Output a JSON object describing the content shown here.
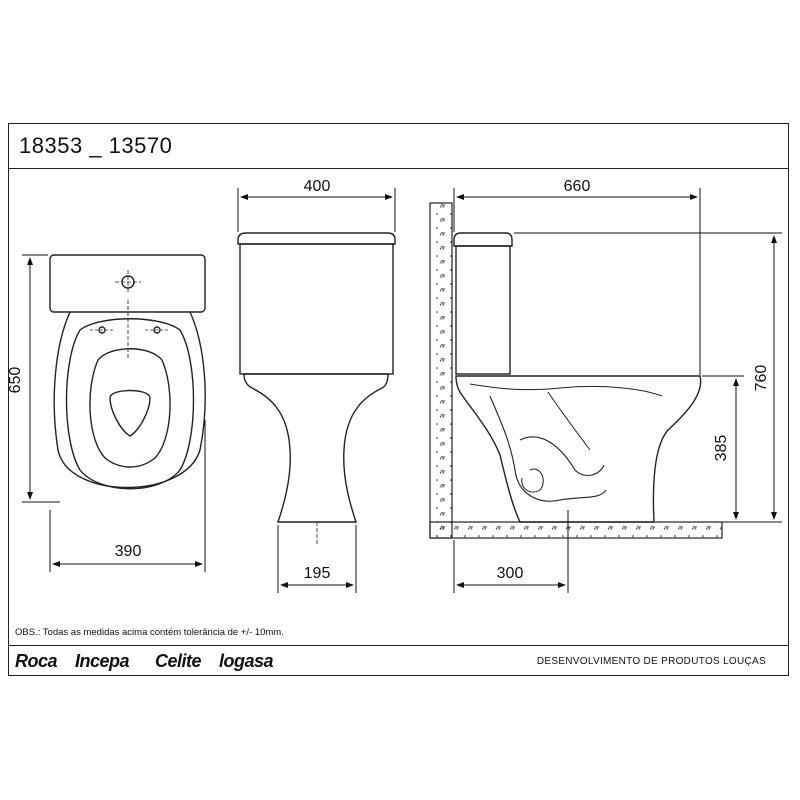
{
  "header": {
    "code": "18353 _ 13570"
  },
  "dimensions": {
    "top_view_depth": "650",
    "top_view_width": "390",
    "front_width": "400",
    "front_base": "195",
    "side_depth": "660",
    "side_height": "760",
    "side_seat_height": "385",
    "side_outlet": "300"
  },
  "note": "OBS.: Todas as medidas acima contém tolerância de +/- 10mm.",
  "footer": {
    "brands": [
      "Roca",
      "Incepa",
      "Celite",
      "logasa"
    ],
    "department": "DESENVOLVIMENTO DE  PRODUTOS LOUÇAS"
  }
}
